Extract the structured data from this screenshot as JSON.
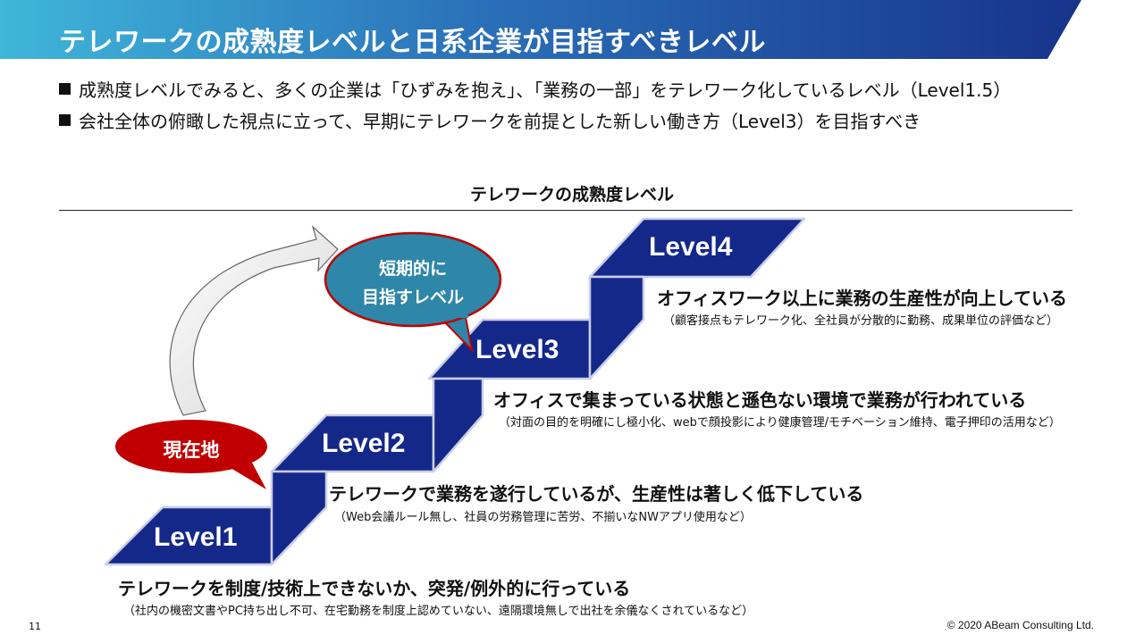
{
  "header": {
    "title": "テレワークの成熟度レベルと日系企業が目指すべきレベル"
  },
  "bullets": [
    "成熟度レベルでみると、多くの企業は「ひずみを抱え」、「業務の一部」をテレワーク化しているレベル（Level1.5）",
    "会社全体の俯瞰した視点に立って、早期にテレワークを前提とした新しい働き方（Level3）を目指すべき"
  ],
  "diagram": {
    "title": "テレワークの成熟度レベル",
    "levels": [
      {
        "label": "Level1",
        "description": "テレワークを制度/技術上できないか、突発/例外的に行っている",
        "detail": "（社内の機密文書やPC持ち出し不可、在宅勤務を制度上認めていない、遠隔環境無しで出社を余儀なくされているなど）"
      },
      {
        "label": "Level2",
        "description": "テレワークで業務を遂行しているが、生産性は著しく低下している",
        "detail": "（Web会議ルール無し、社員の労務管理に苦労、不揃いなNWアプリ使用など）"
      },
      {
        "label": "Level3",
        "description": "オフィスで集まっている状態と遜色ない環境で業務が行われている",
        "detail": "（対面の目的を明確にし極小化、webで顔投影により健康管理/モチベーション維持、電子押印の活用など）"
      },
      {
        "label": "Level4",
        "description": "オフィスワーク以上に業務の生産性が向上している",
        "detail": "（顧客接点もテレワーク化、全社員が分散的に勤務、成果単位の評価など）"
      }
    ],
    "current_label": "現在地",
    "target_label_line1": "短期的に",
    "target_label_line2": "目指すレベル"
  },
  "footer": {
    "page_number": "11",
    "copyright": "© 2020 ABeam Consulting Ltd."
  },
  "colors": {
    "step_navy": "#14288a",
    "header_gradient_start": "#3db3d8",
    "header_gradient_end": "#1a3a8f",
    "bubble_red": "#c00000",
    "bubble_teal": "#2e86a8"
  }
}
